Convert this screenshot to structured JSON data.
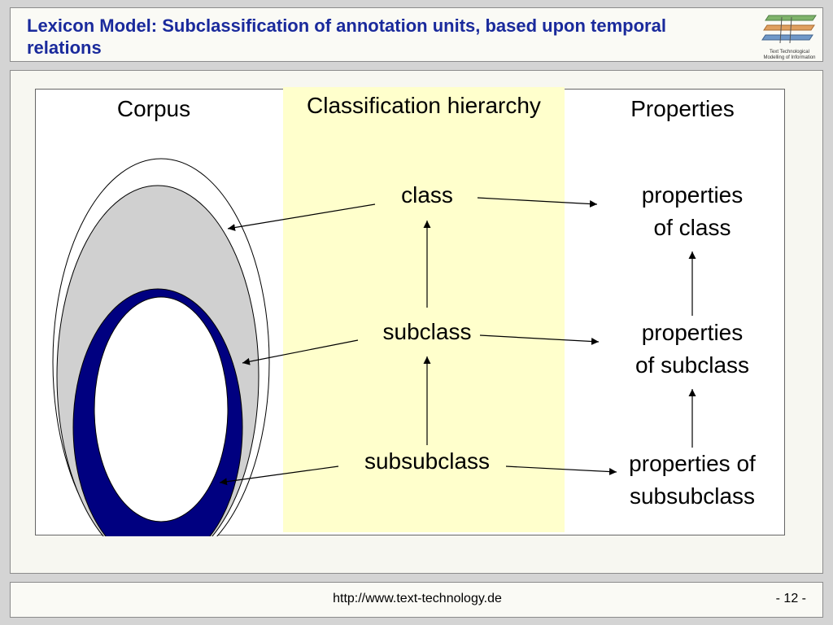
{
  "slide": {
    "title": "Lexicon Model: Subclassification of annotation units, based upon temporal relations",
    "logo_text": [
      "Text Technological",
      "Modelling of Information"
    ]
  },
  "diagram": {
    "columns": {
      "corpus": "Corpus",
      "hierarchy": "Classification hierarchy",
      "properties": "Properties"
    },
    "hierarchy": [
      "class",
      "subclass",
      "subsubclass"
    ],
    "properties": [
      [
        "properties",
        "of class"
      ],
      [
        "properties",
        "of subclass"
      ],
      [
        "properties of",
        "subsubclass"
      ]
    ],
    "colors": {
      "band": "#ffffcc",
      "ellipse_outer": "#ffffff",
      "ellipse_gray": "#d0d0d0",
      "ellipse_navy": "#000080",
      "ellipse_inner": "#ffffff"
    }
  },
  "footer": {
    "url": "http://www.text-technology.de",
    "page": "- 12 -"
  }
}
